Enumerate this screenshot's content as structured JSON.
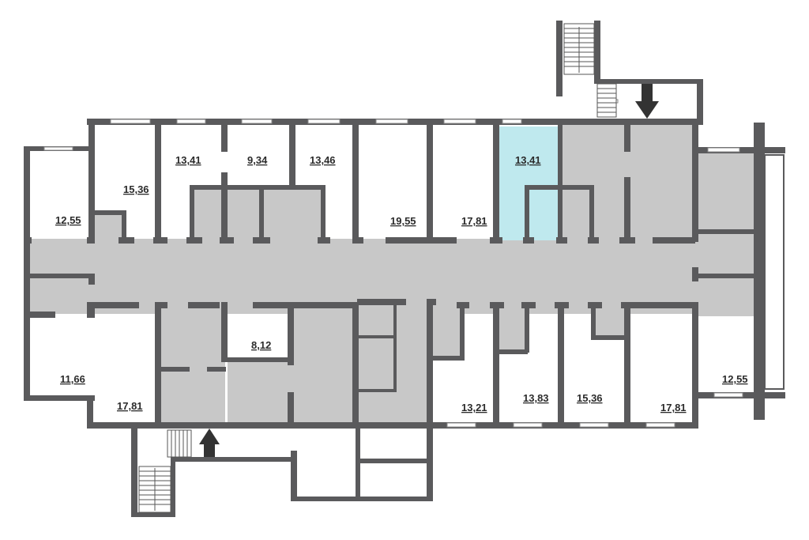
{
  "rooms": {
    "r_12_55_left": "12,55",
    "r_15_36_top": "15,36",
    "r_13_41_a": "13,41",
    "r_9_34": "9,34",
    "r_13_46": "13,46",
    "r_19_55": "19,55",
    "r_17_81_top": "17,81",
    "r_13_41_selected": "13,41",
    "r_8_12": "8,12",
    "r_11_66": "11,66",
    "r_17_81_bl": "17,81",
    "r_13_21": "13,21",
    "r_13_83": "13,83",
    "r_15_36_bottom": "15,36",
    "r_17_81_br": "17,81",
    "r_12_55_right": "12,55"
  },
  "selected_room": "13,41",
  "colors": {
    "wall": "#5a5a5c",
    "common_area": "#c8c8c8",
    "selected_room": "#bfe9ee",
    "background": "#ffffff"
  },
  "icons": [
    "entrance-arrow-down-icon",
    "entrance-arrow-up-icon",
    "staircase-icon"
  ]
}
